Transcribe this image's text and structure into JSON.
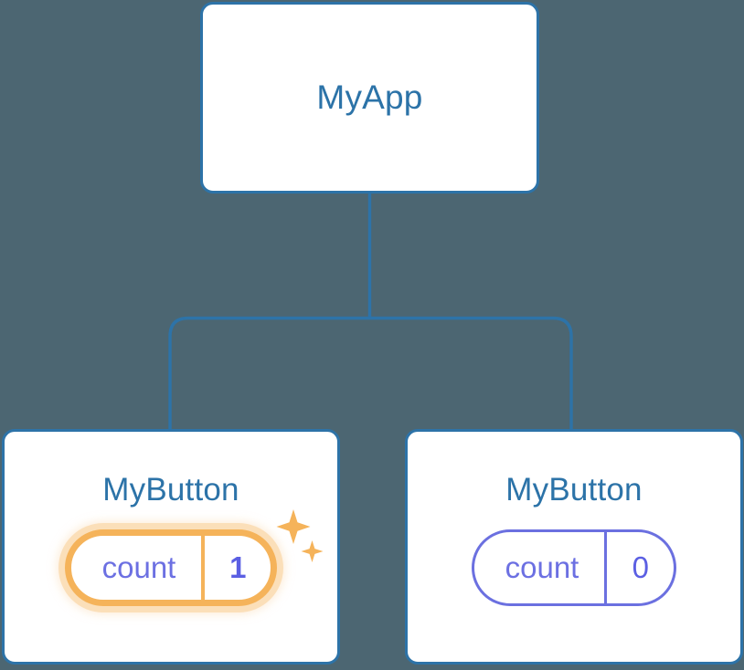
{
  "diagram": {
    "type": "component-tree",
    "background_color": "#4c6672",
    "node_border_color": "#2d73a8",
    "node_text_color": "#2c73a8",
    "connector_color": "#2d73a8",
    "pill_color": "#6b70e0",
    "highlight_color": "#f5b35a",
    "highlight_glow_color": "#fbdfb9",
    "value_text_color": "#5b5fe3"
  },
  "root": {
    "label": "MyApp"
  },
  "children": [
    {
      "label": "MyButton",
      "state": {
        "key": "count",
        "value": "1"
      },
      "highlighted": true,
      "sparkle_icons": [
        "sparkle-large-icon",
        "sparkle-small-icon"
      ]
    },
    {
      "label": "MyButton",
      "state": {
        "key": "count",
        "value": "0"
      },
      "highlighted": false,
      "sparkle_icons": []
    }
  ]
}
